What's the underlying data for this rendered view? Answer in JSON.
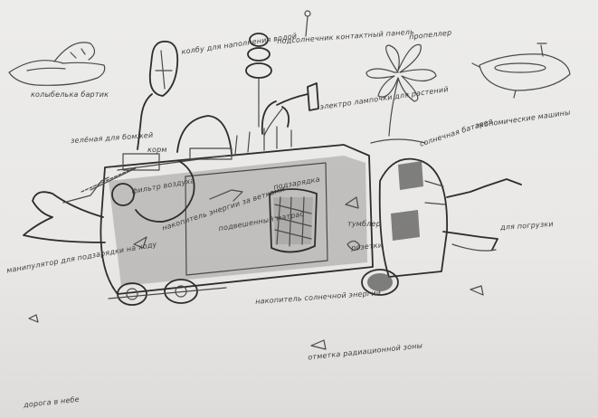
{
  "labels": {
    "top_left_boat": "колыбелька бартик",
    "leaf_top": "колбу для наполнения водой",
    "top_lens": "подсолнечник контактный панель",
    "flower": "пропеллер",
    "top_right_craft": "экономические машины",
    "telescope": "электро лампочки для растений",
    "plant_wires": "зелёная для бомжей",
    "feed": "корм",
    "filter": "фильтр воздуха",
    "bird": "накопитель энергии за ветками",
    "net": "подзарядка",
    "mouth": "подвешенный матрас",
    "solar": "солнечная батарея",
    "front_arm": "для погрузки",
    "switch": "тумблер",
    "socket": "розетки",
    "collector": "накопитель солнечной энергии",
    "left_tail": "манипулятор для подзарядки на ходу",
    "marker": "отметка радиационной зоны",
    "road": "дорога в небе"
  },
  "colors": {
    "paper": "#ebeae8",
    "pencil": "#3f3f3f",
    "background": "#bdbcbc"
  }
}
